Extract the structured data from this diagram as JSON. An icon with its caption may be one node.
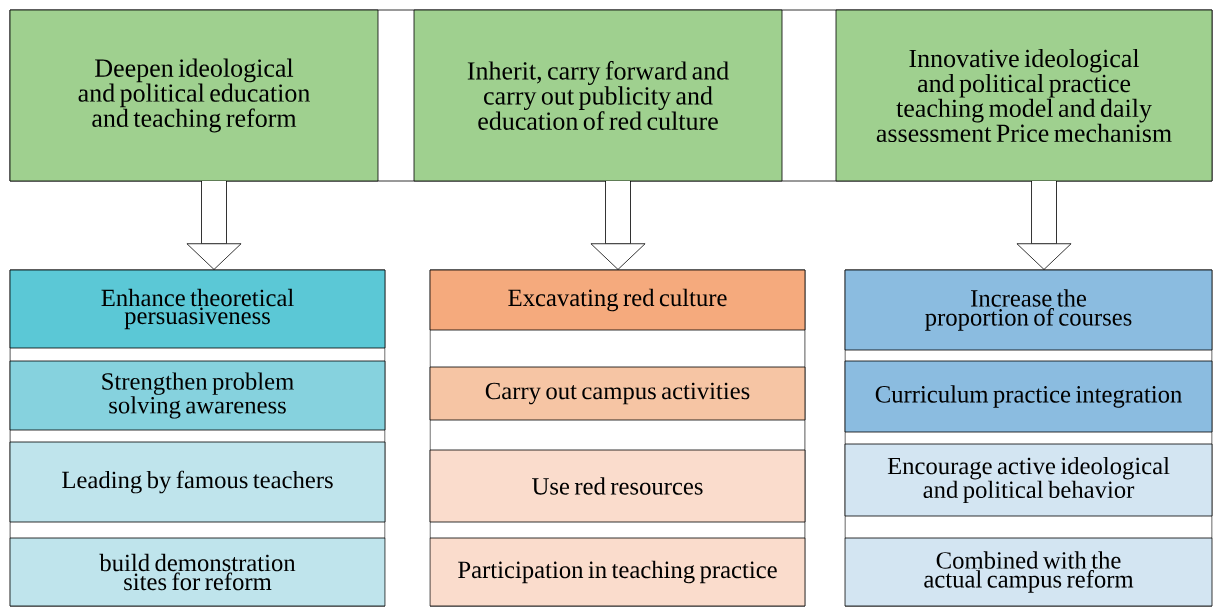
{
  "diagram": {
    "nodes": [
      {
        "text": [],
        "shape": "box"
      },
      {
        "text": [
          "Deepen ideological and political education and teaching reform"
        ],
        "in": 0
      },
      {
        "text": [
          "Inherit, carry forward and carry out publicity and education of red culture"
        ],
        "in": 0
      },
      {
        "text": [
          "Innovative ideological and political practice teaching model and daily assessment Price mechanism"
        ],
        "in": 0
      },
      {
        "text": [],
        "shape": "box"
      },
      {
        "text": [
          "Enhance theoretical persuasiveness"
        ],
        "in": 4
      },
      {
        "text": [
          "Strengthen problem solving awareness"
        ],
        "in": 4
      },
      {
        "text": [
          "Leading by famous teachers"
        ],
        "in": 4
      },
      {
        "text": [
          "build demonstration sites for reform"
        ],
        "in": 4
      },
      {
        "text": [],
        "shape": "box"
      },
      {
        "text": [
          "Excavating red culture"
        ],
        "in": 9
      },
      {
        "text": [
          "Carry out campus activities"
        ],
        "in": 9
      },
      {
        "text": [
          "Use red resources"
        ],
        "in": 9
      },
      {
        "text": [
          "Participation in teaching practice"
        ],
        "in": 9
      },
      {
        "text": [],
        "shape": "box"
      },
      {
        "text": [
          "Increase the proportion of courses"
        ],
        "in": 14
      },
      {
        "text": [
          "Curriculum practice integration"
        ],
        "in": 14
      },
      {
        "text": [
          "Encourage active ideological and political behavior"
        ],
        "in": 14
      },
      {
        "text": [
          "Combined with the actual campus reform"
        ],
        "in": 14
      }
    ],
    "edges": [
      {
        "from": 1,
        "to": 4,
        "arrow": "to"
      },
      {
        "from": 2,
        "to": 9,
        "arrow": "to"
      },
      {
        "from": 3,
        "to": 14,
        "arrow": "to"
      }
    ]
  }
}
